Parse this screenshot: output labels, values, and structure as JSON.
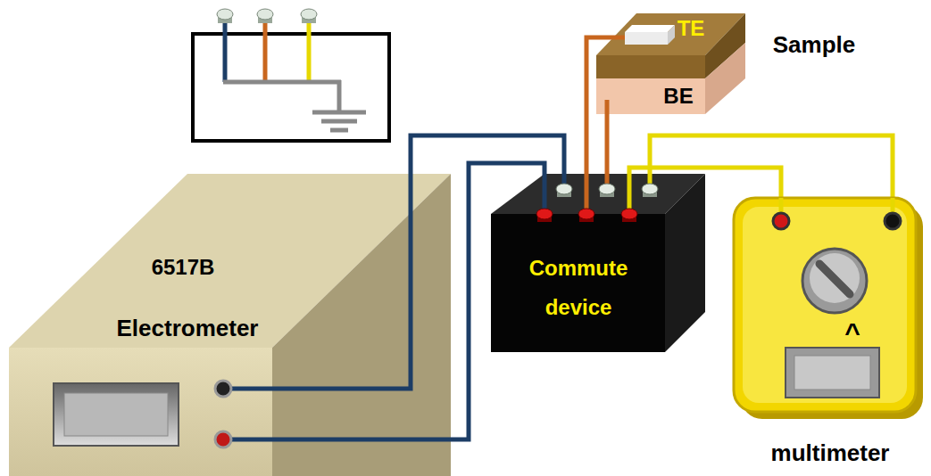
{
  "diagram": {
    "nodes": [
      {
        "text": [
          "6517B",
          "Electrometer"
        ]
      },
      {
        "text": [
          "Commute device"
        ]
      },
      {
        "text": [
          "Sample",
          "TE",
          "BE"
        ]
      },
      {
        "text": [
          "^",
          "multimeter"
        ]
      }
    ],
    "edges": [
      {
        "from": 0,
        "to": 1,
        "arrow": "none"
      },
      {
        "from": 0,
        "to": 1,
        "arrow": "none"
      },
      {
        "from": 1,
        "to": 2,
        "arrow": "none"
      },
      {
        "from": 1,
        "to": 2,
        "arrow": "none"
      },
      {
        "from": 1,
        "to": 3,
        "arrow": "none"
      },
      {
        "from": 1,
        "to": 3,
        "arrow": "none"
      }
    ]
  }
}
